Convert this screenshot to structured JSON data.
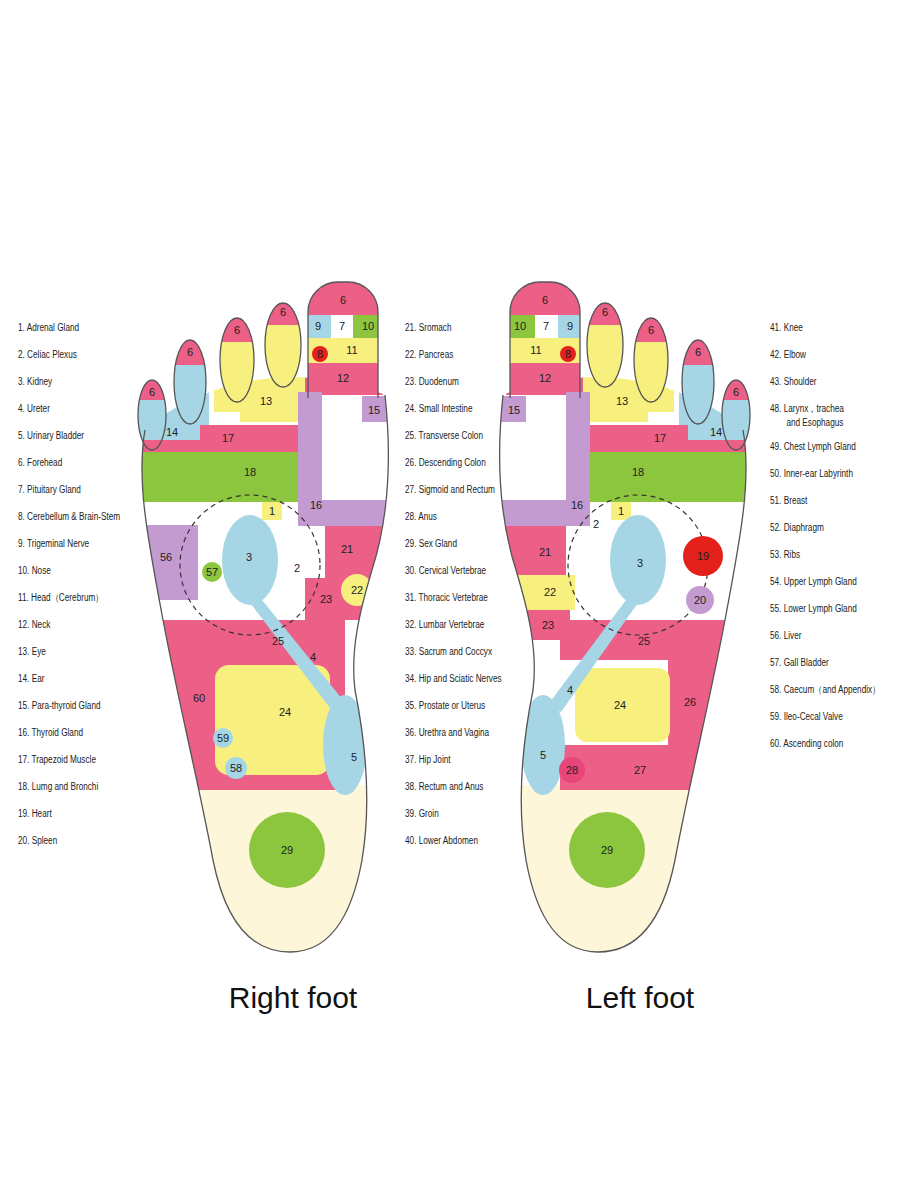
{
  "diagram": {
    "labels": [
      "1. Adrenal Gland",
      "2. Celiac Plexus",
      "3. Kidney",
      "4. Ureter",
      "5. Urinary Bladder",
      "6. Forehead",
      "7. Pituitary Gland",
      "8. Cerebellum & Brain-Stem",
      "9. Trigeminal Nerve",
      "10. Nose",
      "11. Head（Cerebrum）",
      "12. Neck",
      "13. Eye",
      "14. Ear",
      "15. Para-thyroid Gland",
      "16. Thyroid Gland",
      "17. Trapezoid Muscle",
      "18. Lumg and Bronchi",
      "19. Heart",
      "20. Spleen",
      "6",
      "6",
      "9",
      "7",
      "10",
      "6",
      "6",
      "11",
      "8",
      "12",
      "13",
      "6",
      "15",
      "14",
      "17",
      "18",
      "16",
      "1",
      "21",
      "3",
      "56",
      "2",
      "57",
      "22",
      "23",
      "25",
      "4",
      "60",
      "24",
      "59",
      "5",
      "58",
      "29",
      "21. Sromach",
      "22. Pancreas",
      "23. Duodenum",
      "24. Small Intestine",
      "25. Transverse Colon",
      "26. Descending Colon",
      "27. Sigmoid and Rectum",
      "28. Anus",
      "29. Sex Gland",
      "30. Cervical Vertebrae",
      "31. Thoracic Vertebrae",
      "32. Lumbar Vertebrae",
      "33. Sacrum and Coccyx",
      "34. Hip and Sciatic Nerves",
      "35. Prostate or Uterus",
      "36. Urethra and Vagina",
      "37. Hip Joint",
      "38. Rectum and Anus",
      "39. Groin",
      "40. Lower Abdomen",
      "6",
      "6",
      "10",
      "7",
      "9",
      "6",
      "11",
      "8",
      "6",
      "12",
      "6",
      "13",
      "15",
      "14",
      "17",
      "18",
      "16",
      "1",
      "2",
      "21",
      "3",
      "19",
      "22",
      "20",
      "23",
      "25",
      "4",
      "26",
      "24",
      "5",
      "28",
      "27",
      "29",
      "41. Knee",
      "42. Elbow",
      "43. Shoulder",
      "48. Larynx，trachea and Esophagus",
      "49. Chest Lymph Gland",
      "50. Inner-ear Labyrinth",
      "51. Breast",
      "52. Diaphragm",
      "53. Ribs",
      "54. Upper Lymph Gland",
      "55. Lower Lymph Gland",
      "56. Liver",
      "57. Gall Bladder",
      "58. Caecum（and Appendix）",
      "59. Ileo-Cecal Valve",
      "60. Ascending colon",
      "Right foot",
      "Left foot"
    ]
  }
}
